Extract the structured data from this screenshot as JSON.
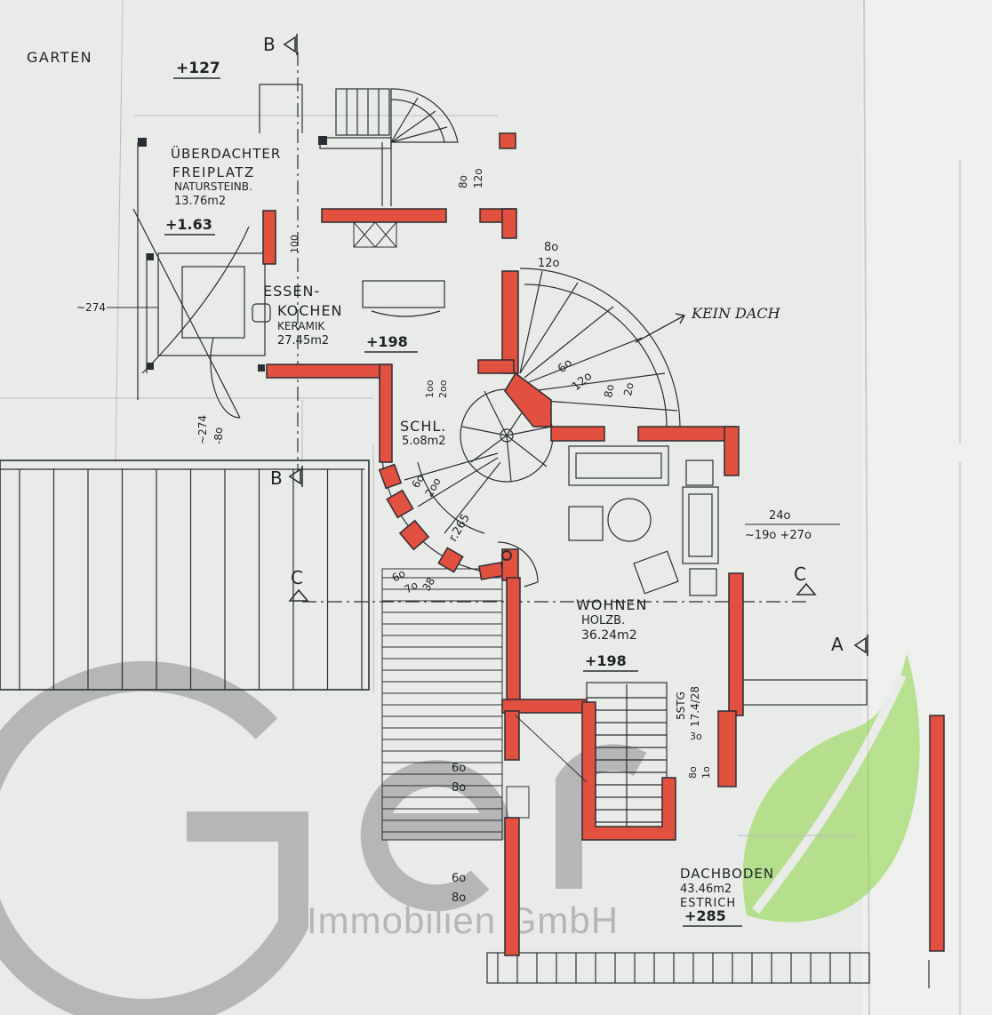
{
  "labels": {
    "garten": "GARTEN",
    "elev_127": "+127",
    "section_b": "B",
    "section_c": "C",
    "section_a": "A",
    "freiplatz_1": "ÜBERDACHTER",
    "freiplatz_2": "FREIPLATZ",
    "freiplatz_3": "NATURSTEINB.",
    "freiplatz_area": "13.76m2",
    "elev_163": "+1.63",
    "dim_274": "~274",
    "dim_274b": "~274",
    "dim_80_small": "-8o",
    "essen_1": "ESSEN-",
    "essen_2": "KOCHEN",
    "essen_3": "KERAMIK",
    "essen_area": "27.45m2",
    "elev_198a": "+198",
    "dim_80a": "8o",
    "dim_120a": "12o",
    "dim_100": "100",
    "dim_80b": "8o",
    "dim_120b": "12o",
    "kein_dach": "KEIN DACH",
    "dim_60": "6o",
    "dim_120c": "12o",
    "dim_80c": "8o",
    "dim_20": "2o",
    "schl_1": "SCHL.",
    "schl_area": "5.o8m2",
    "dim_100b": "1oo",
    "dim_200": "2oo",
    "dim_60b": "6o",
    "dim_200b": "2oo",
    "dim_265": "r.265",
    "dim_60c": "6o",
    "dim_70": "7o",
    "dim_38": "38",
    "dim_240": "24o",
    "dim_190_270": "~19o +27o",
    "wohnen_1": "WOHNEN",
    "wohnen_2": "HOLZB.",
    "wohnen_area": "36.24m2",
    "elev_198b": "+198",
    "stg_1": "5STG",
    "stg_2": "17.4/28",
    "dim_30": "3o",
    "dim_80d": "8o",
    "dim_10": "1o",
    "dim_60d": "6o",
    "dim_80e": "8o",
    "dim_60e": "6o",
    "dim_80f": "8o",
    "dachboden_1": "DACHBODEN",
    "dachboden_area": "43.46m2",
    "dachboden_2": "ESTRICH",
    "elev_285": "+285"
  },
  "watermark": {
    "logo": "Ger",
    "subtitle": "Immobilien GmbH"
  },
  "colors": {
    "paper": "#e9ebe8",
    "ink": "#2b2e33",
    "wall_fill": "#e2503f",
    "watermark": "#7c7f7f",
    "leaf": "#8fd24f"
  }
}
